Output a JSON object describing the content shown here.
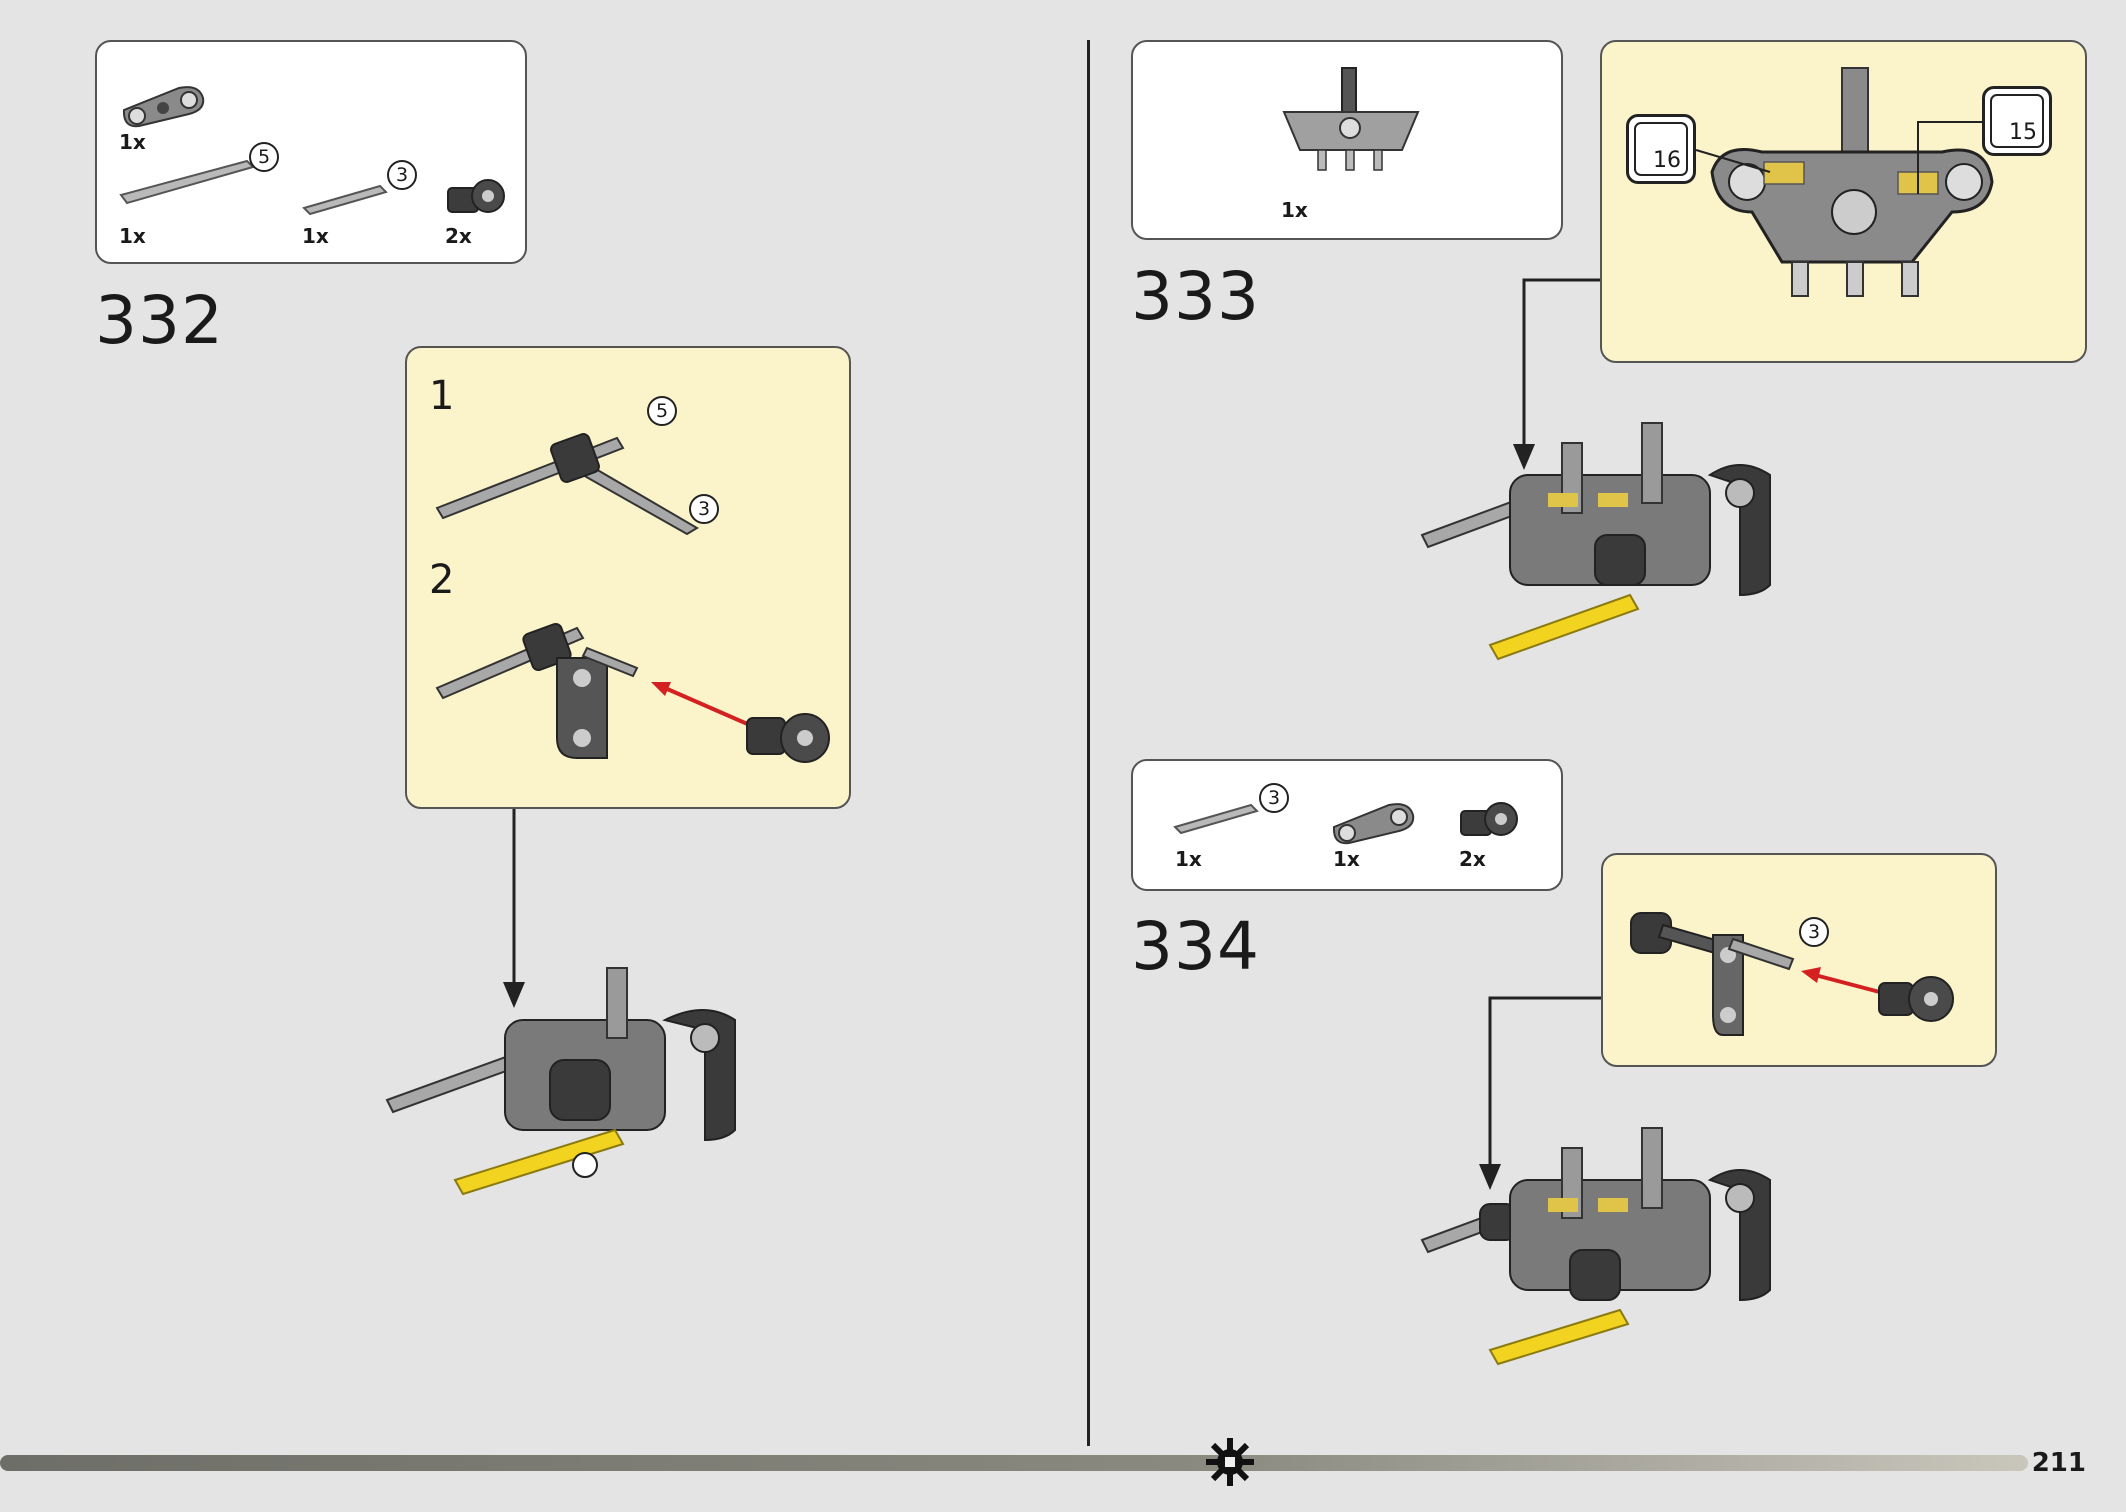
{
  "page": {
    "number": "211"
  },
  "step332": {
    "number": "332",
    "parts": [
      {
        "qty": "1x",
        "length": ""
      },
      {
        "qty": "1x",
        "length": "5"
      },
      {
        "qty": "1x",
        "length": "3"
      },
      {
        "qty": "2x",
        "length": ""
      }
    ],
    "substeps": [
      {
        "number": "1",
        "lengths": [
          "5",
          "3"
        ]
      },
      {
        "number": "2",
        "lengths": []
      }
    ]
  },
  "step333": {
    "number": "333",
    "parts": [
      {
        "qty": "1x",
        "length": ""
      }
    ],
    "stickers": [
      "16",
      "15"
    ]
  },
  "step334": {
    "number": "334",
    "parts": [
      {
        "qty": "1x",
        "length": "3"
      },
      {
        "qty": "1x",
        "length": ""
      },
      {
        "qty": "2x",
        "length": ""
      }
    ],
    "sub_length": "3"
  },
  "colors": {
    "callout": "#fbf3c9",
    "yellow_axle": "#f2d320",
    "dark_gray": "#3a3a3a",
    "light_gray": "#a9a9a9",
    "arrow": "#d42020"
  }
}
